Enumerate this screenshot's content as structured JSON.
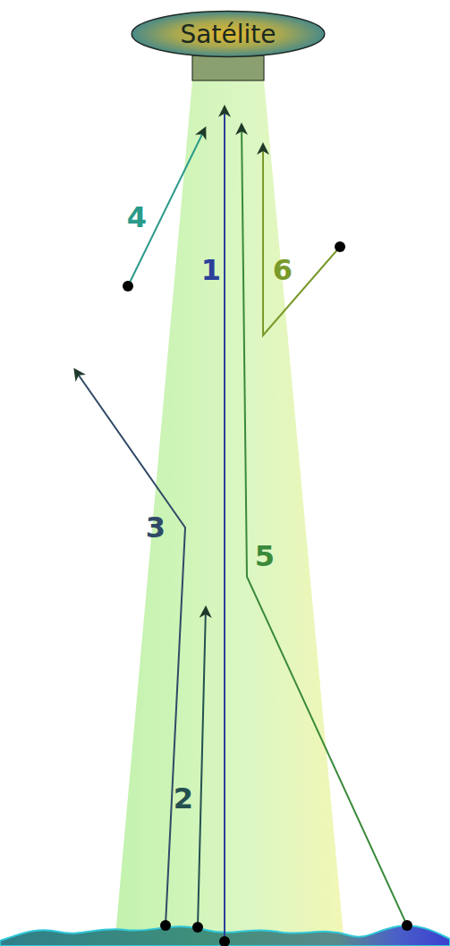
{
  "diagram": {
    "nodes": [
      {
        "text": [
          "Satélite"
        ]
      }
    ],
    "labels": [
      "4",
      "1",
      "6",
      "3",
      "5",
      "2"
    ]
  }
}
